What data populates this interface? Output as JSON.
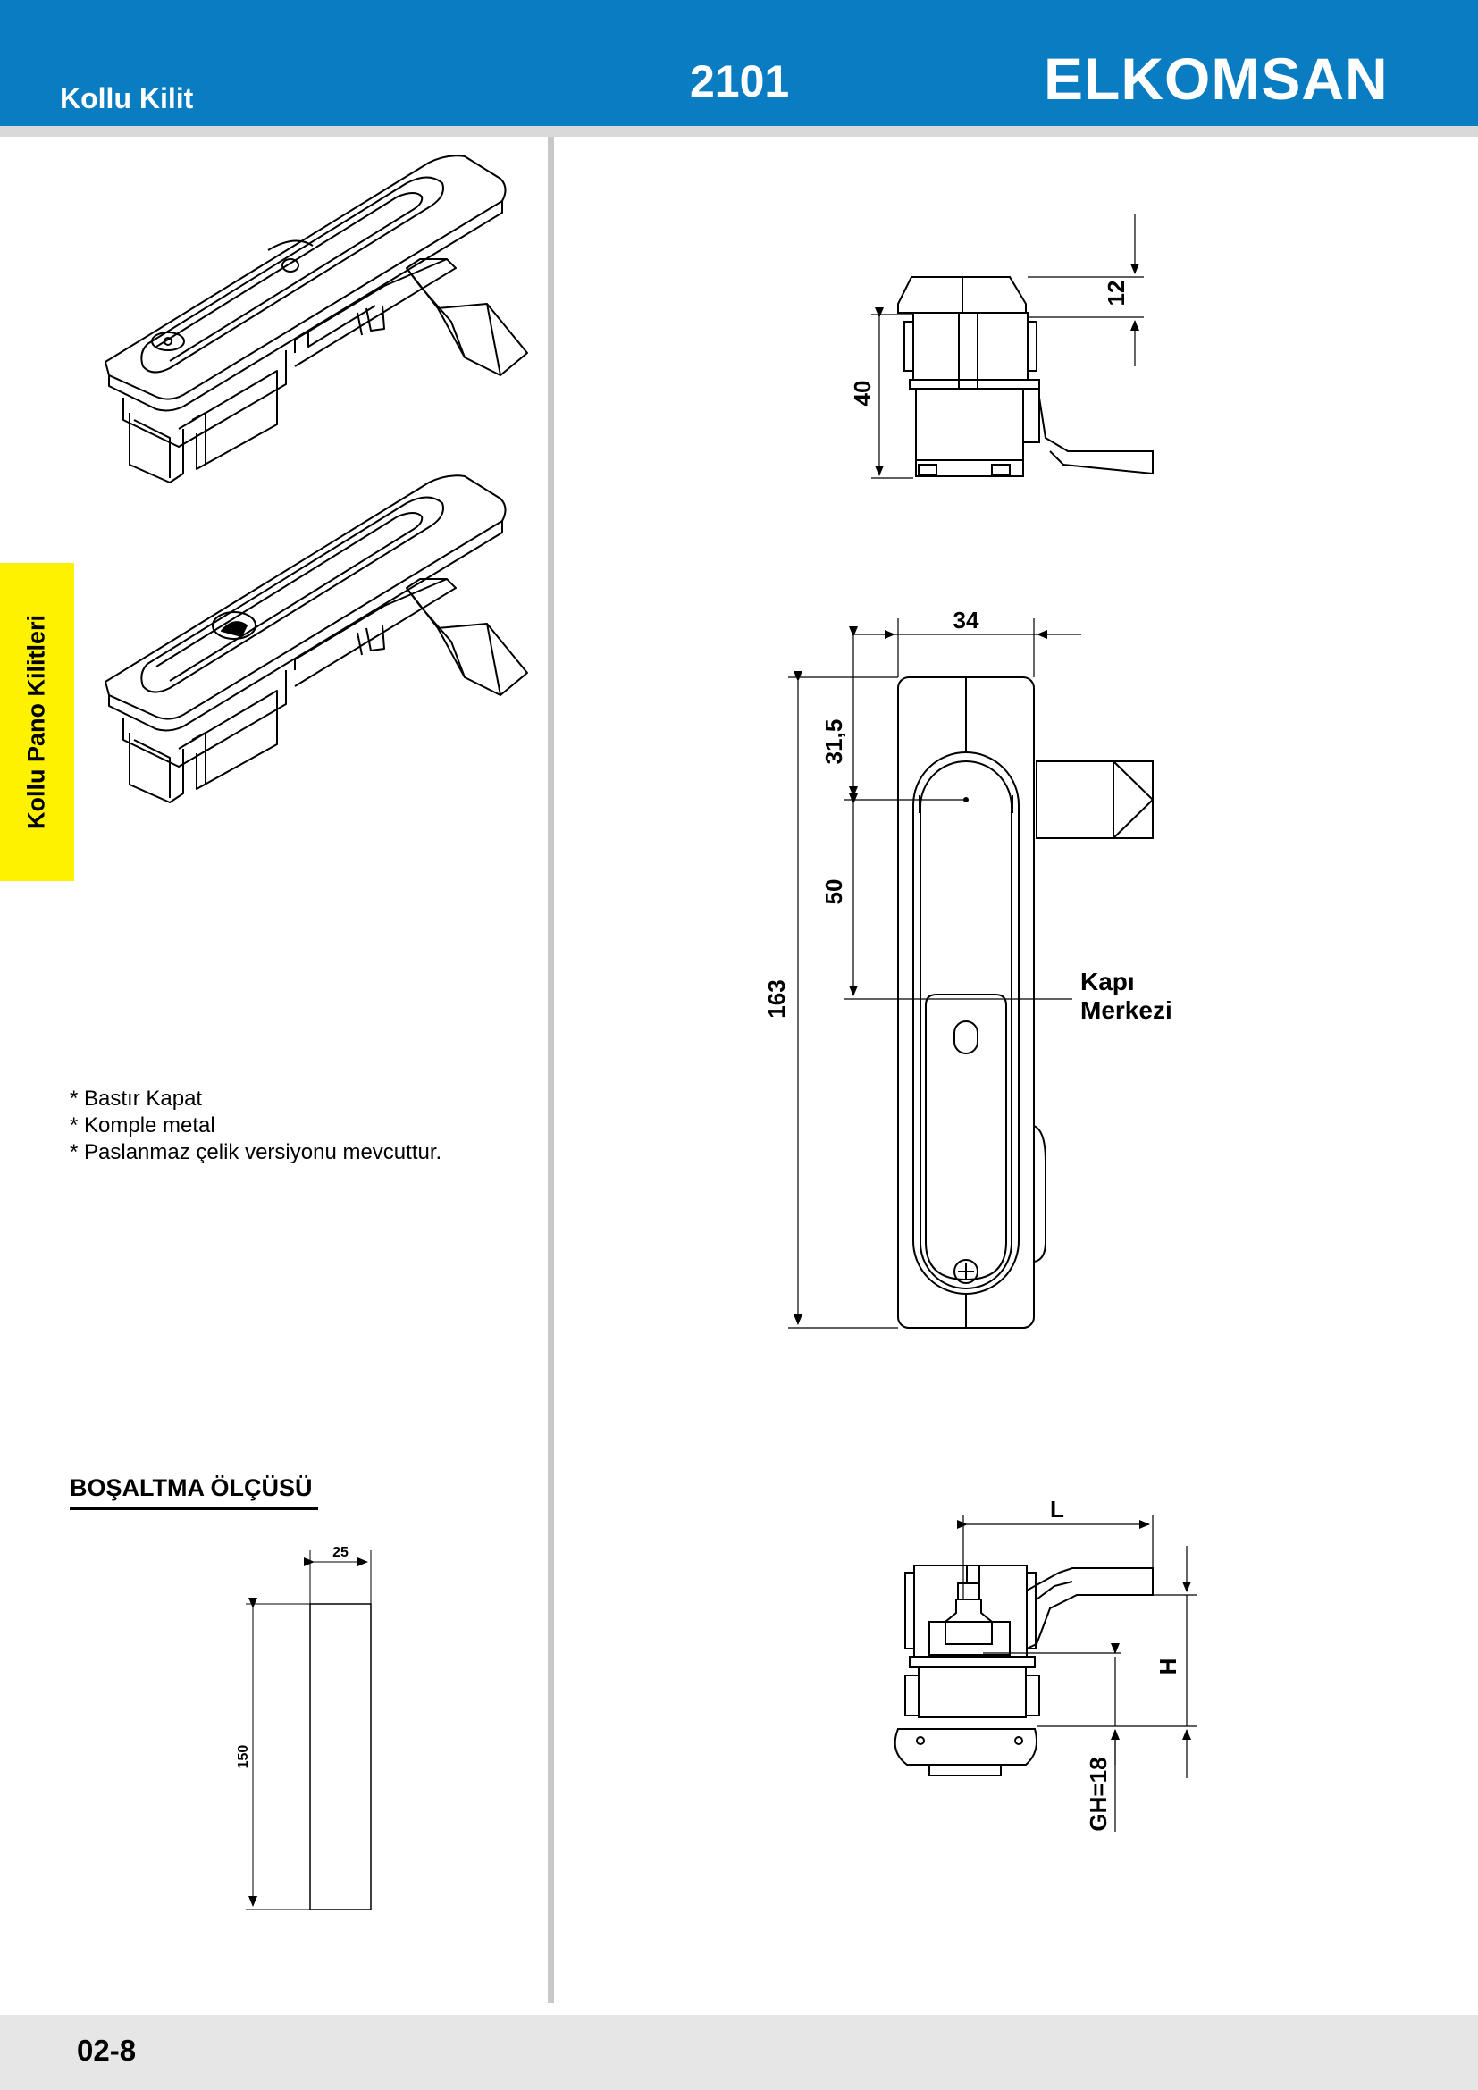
{
  "header": {
    "category": "Kollu Kilit",
    "code": "2101",
    "brand": "ELKOMSAN"
  },
  "side_tab": "Kollu Pano Kilitleri",
  "features": [
    "* Bastır Kapat",
    "* Komple metal",
    "* Paslanmaz çelik versiyonu mevcuttur."
  ],
  "cutout": {
    "title": "BOŞALTMA ÖLÇÜSÜ",
    "width": "25",
    "height": "150"
  },
  "top_view": {
    "dim_top": "12",
    "dim_height": "40"
  },
  "front_view": {
    "width": "34",
    "height": "163",
    "offset_top": "31,5",
    "offset_mid": "50",
    "note_line1": "Kapı",
    "note_line2": "Merkezi"
  },
  "side_view": {
    "dim_L": "L",
    "dim_H": "H",
    "dim_GH": "GH=18"
  },
  "footer": {
    "page": "02-8"
  },
  "colors": {
    "header_blue": "#0a7cc1",
    "side_tab_yellow": "#fff200"
  }
}
